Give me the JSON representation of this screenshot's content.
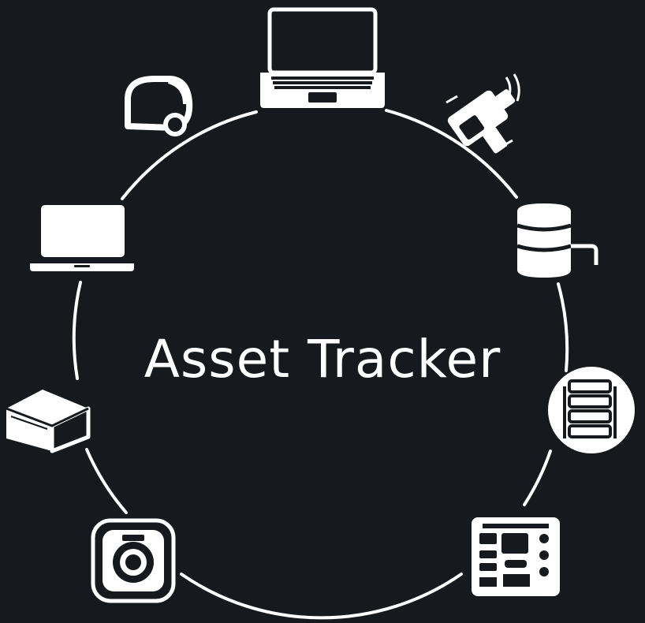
{
  "diagram": {
    "title": "Asset Tracker",
    "colors": {
      "background": "#16191e",
      "foreground": "#ffffff"
    },
    "nodes": [
      {
        "id": "top-laptop",
        "icon": "laptop-icon"
      },
      {
        "id": "upper-right-scanner",
        "icon": "barcode-scanner-icon"
      },
      {
        "id": "right-database",
        "icon": "database-icon"
      },
      {
        "id": "right-server-stack",
        "icon": "server-stack-icon"
      },
      {
        "id": "lower-right-control-panel",
        "icon": "control-panel-icon"
      },
      {
        "id": "bottom-left-camera",
        "icon": "camera-icon"
      },
      {
        "id": "left-box",
        "icon": "package-box-icon"
      },
      {
        "id": "left-laptop",
        "icon": "laptop-icon"
      },
      {
        "id": "upper-left-headset",
        "icon": "headset-icon"
      }
    ]
  }
}
